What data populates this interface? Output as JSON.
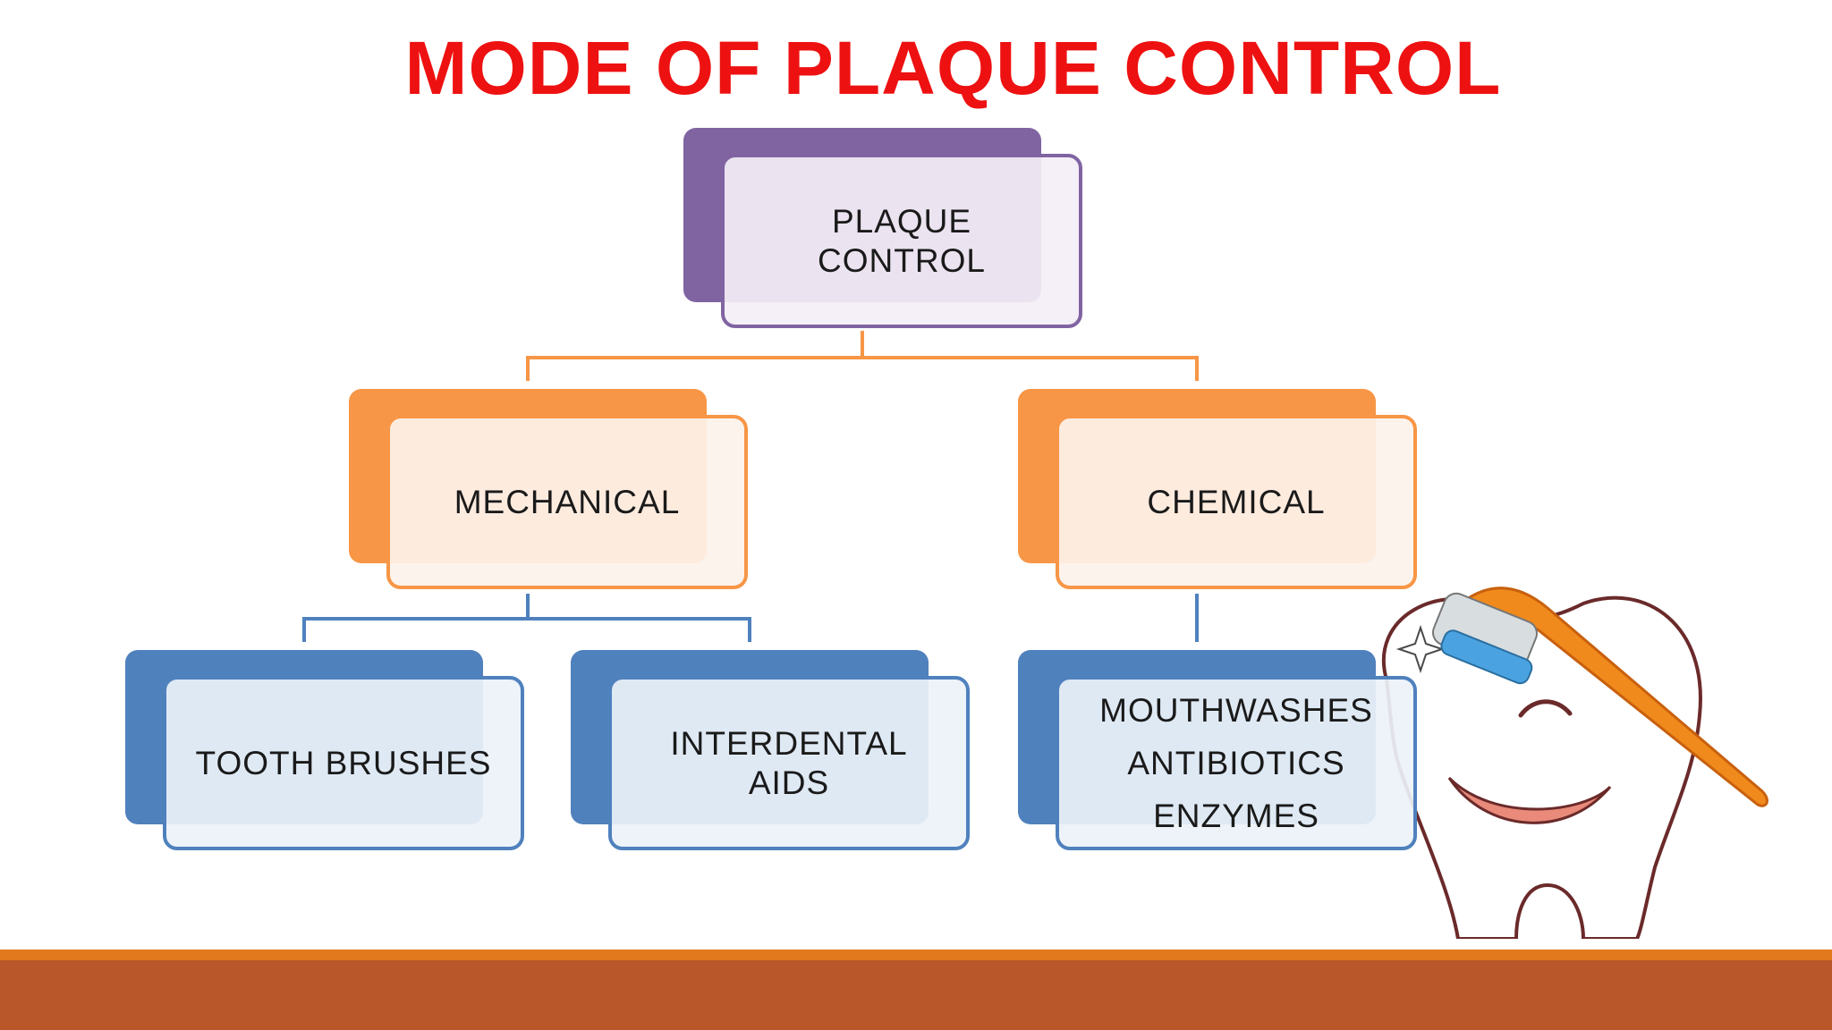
{
  "title": "MODE OF PLAQUE CONTROL",
  "colors": {
    "title": "#ee1111",
    "purple": "#8064a2",
    "orange": "#f79646",
    "blue": "#4f81bd",
    "footer": "#b9562a",
    "footer_stripe": "#e2791c"
  },
  "root": {
    "lines": [
      "PLAQUE",
      "CONTROL"
    ]
  },
  "branches": {
    "mechanical": {
      "label": "MECHANICAL"
    },
    "chemical": {
      "label": "CHEMICAL"
    }
  },
  "leaves": {
    "tooth_brushes": {
      "label": "TOOTH BRUSHES"
    },
    "interdental": {
      "lines": [
        "INTERDENTAL",
        "AIDS"
      ]
    },
    "chemical_agents": {
      "lines": [
        "MOUTHWASHES",
        "ANTIBIOTICS",
        "ENZYMES"
      ]
    }
  },
  "decor": {
    "mascot_icon": "smiling-tooth-with-toothbrush-icon"
  }
}
